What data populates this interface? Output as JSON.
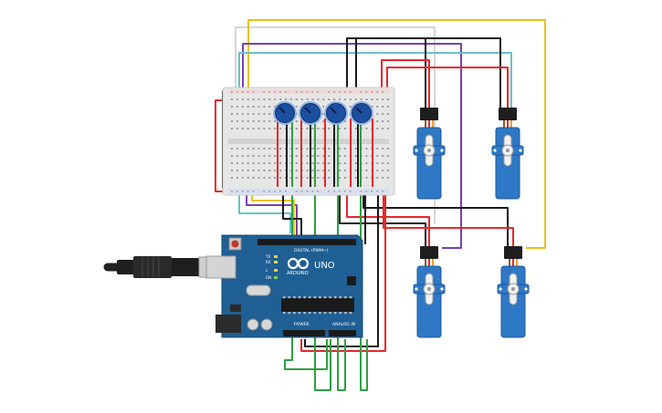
{
  "arduino": {
    "model_text": "UNO",
    "brand_text": "ARDUINO",
    "digital_header": "DIGITAL (PWM~)",
    "power_header": "POWER",
    "analog_header": "ANALOG IN",
    "pin_labels": [
      "TX",
      "RX",
      "L",
      "ON"
    ]
  },
  "components": {
    "breadboard": "half-size breadboard",
    "potentiometers": 4,
    "servos": 4
  },
  "wire_colors": {
    "red": "#e8262b",
    "black": "#1a1a1a",
    "green": "#2ea043",
    "yellow": "#e8c21a",
    "purple": "#7b3fb0",
    "cyan": "#67c3c9",
    "gray": "#bdbdbd"
  },
  "colors": {
    "board_blue": "#1f5f94",
    "servo_blue": "#2f78c5",
    "pot_blue": "#1d4fa0",
    "breadboard": "#e6e6e6"
  }
}
